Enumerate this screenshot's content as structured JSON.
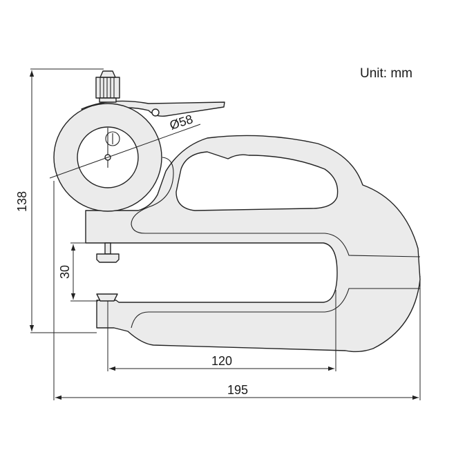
{
  "unit_label": "Unit: mm",
  "dimensions": {
    "dial_diameter": "Ø58",
    "height": "138",
    "gap": "30",
    "throat_depth": "120",
    "length": "195"
  },
  "colors": {
    "body_fill": "#ebebeb",
    "line": "#222222",
    "background": "#ffffff"
  }
}
